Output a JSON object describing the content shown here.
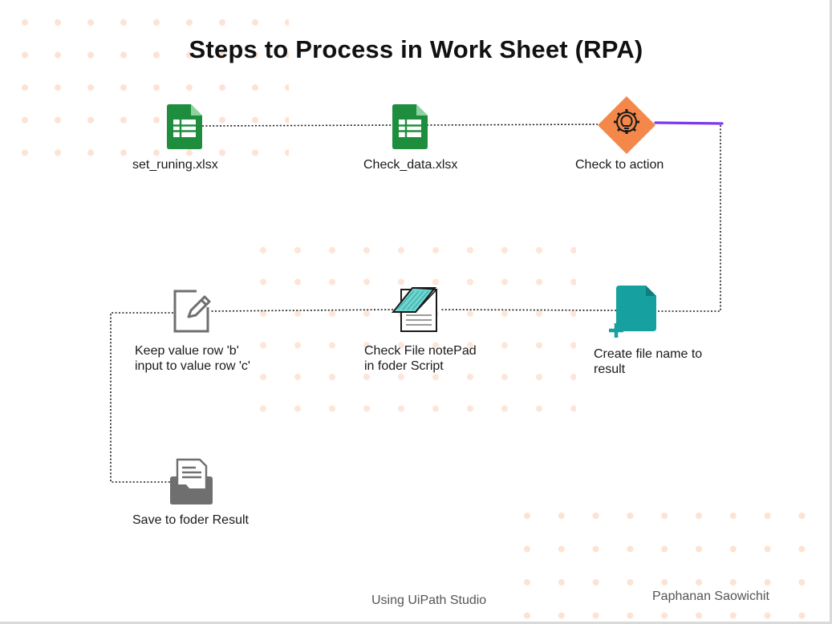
{
  "title": "Steps to Process in Work Sheet  (RPA)",
  "steps": [
    {
      "icon": "spreadsheet-icon",
      "lines": [
        "set_runing.xlsx"
      ]
    },
    {
      "icon": "spreadsheet-icon",
      "lines": [
        "Check_data.xlsx"
      ]
    },
    {
      "icon": "lightbulb-gear-icon",
      "lines": [
        "Check to action"
      ]
    },
    {
      "icon": "add-file-icon",
      "lines": [
        "Create file name to",
        "result"
      ]
    },
    {
      "icon": "notepad-icon",
      "lines": [
        "Check File notePad",
        "in foder Script"
      ]
    },
    {
      "icon": "edit-icon",
      "lines": [
        "Keep value row 'b'",
        "input to value row 'c'"
      ]
    },
    {
      "icon": "folder-document-icon",
      "lines": [
        "Save to foder Result"
      ]
    }
  ],
  "footer": {
    "tool": "Using  UiPath Studio",
    "author": "Paphanan  Saowichit"
  },
  "colors": {
    "spreadsheet": "#1e8e3e",
    "diamond": "#f4884a",
    "file": "#16a0a0",
    "accent_line": "#7c3aed",
    "gray_icon": "#6f6f6f",
    "dots": "#fde3d3"
  }
}
